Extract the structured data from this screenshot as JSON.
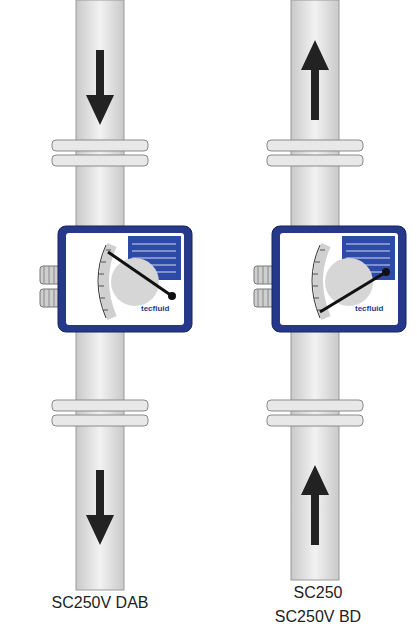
{
  "diagram": {
    "labels": [
      "tecfluid",
      "tecfluid",
      "SC250V DAB",
      "SC250",
      "SC250V BD"
    ]
  }
}
